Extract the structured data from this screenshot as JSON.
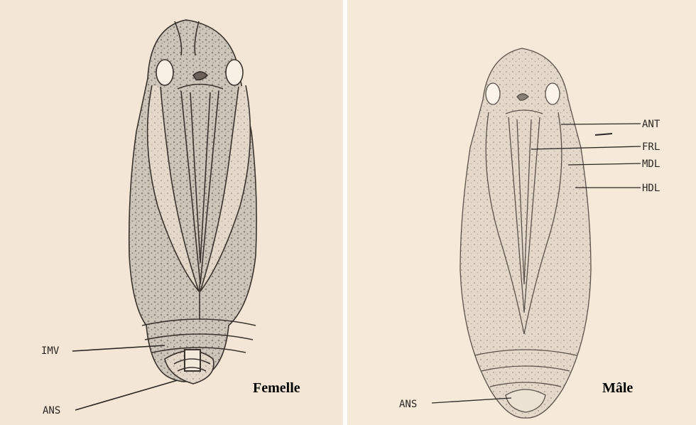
{
  "figures": [
    {
      "sex_label": "Femelle",
      "annotations": {
        "imv": "IMV",
        "ans": "ANS"
      }
    },
    {
      "sex_label": "Mâle",
      "annotations": {
        "ant": "ANT",
        "frl": "FRL",
        "mdl": "MDL",
        "hdl": "HDL",
        "ans": "ANS"
      }
    }
  ]
}
